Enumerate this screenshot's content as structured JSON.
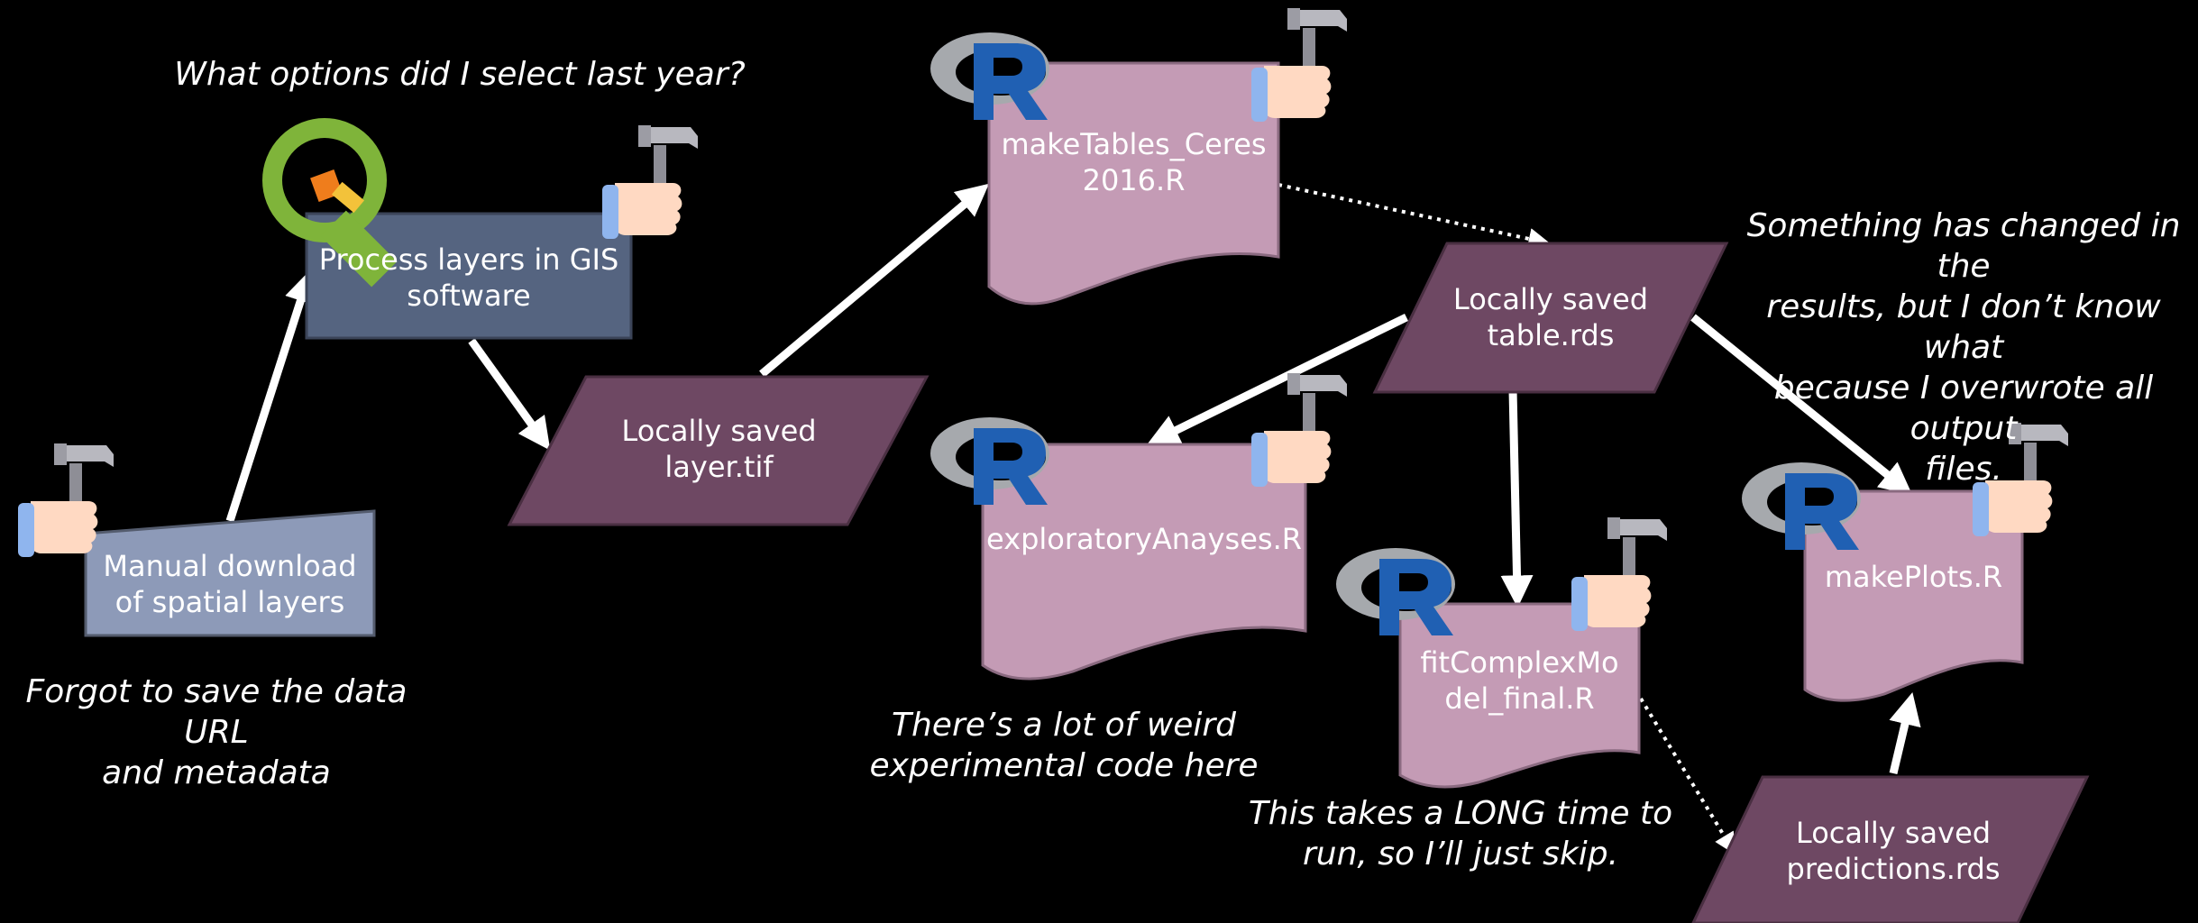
{
  "nodes": {
    "manual_download": {
      "label": "Manual download\nof spatial layers"
    },
    "process_gis": {
      "label": "Process layers in GIS\nsoftware"
    },
    "layer_tif": {
      "label": "Locally saved\nlayer.tif"
    },
    "make_tables": {
      "label": "makeTables_Ceres\n2016.R"
    },
    "table_rds": {
      "label": "Locally saved\ntable.rds"
    },
    "exploratory": {
      "label": "exploratoryAnayses.R"
    },
    "fit_model": {
      "label": "fitComplexMo\ndel_final.R"
    },
    "make_plots": {
      "label": "makePlots.R"
    },
    "predictions_rds": {
      "label": "Locally saved\npredictions.rds"
    }
  },
  "notes": {
    "gis_note": "What options did I select last year?",
    "download_note": "Forgot to save the data URL\nand metadata",
    "exploratory_note": "There’s a lot of weird\nexperimental code here",
    "fit_note": "This takes a LONG time to\nrun, so I’ll just skip.",
    "results_note": "Something has changed in the\nresults, but I don’t know what\nbecause I overwrote all output\nfiles."
  },
  "icons": {
    "gis_logo": "qgis-logo-icon",
    "r_logo": "r-logo-icon",
    "manual_step": "hand-with-hammer-icon"
  },
  "colors": {
    "background": "#000000",
    "data_file": "#6e4863",
    "r_script": "#c49bb5",
    "gis_process": "#556480",
    "manual_input": "#8d9ab8",
    "arrow": "#ffffff"
  }
}
